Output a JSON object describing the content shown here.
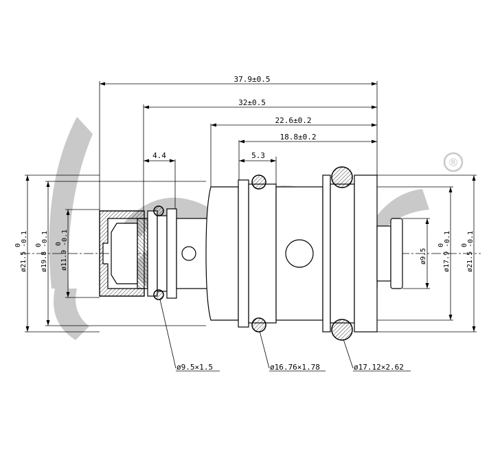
{
  "watermark": {
    "text": "acr",
    "registered_mark": "®",
    "color": "#c9c9c9"
  },
  "dimensions": {
    "horizontal": {
      "overall_length": "37.9±0.5",
      "length_32": "32±0.5",
      "length_22_6": "22.6±0.2",
      "length_18_8": "18.8±0.2",
      "gap_5_3": "5.3",
      "gap_4_4": "4.4"
    },
    "left_diameters": {
      "d21_5": {
        "label": "ø21.5",
        "tol": "0",
        "tol_low": "-0.1"
      },
      "d19_8": {
        "label": "ø19.8",
        "tol": "0",
        "tol_low": "-0.1"
      },
      "d11_9": {
        "label": "ø11.9",
        "tol": "0",
        "tol_low": "-0.1"
      }
    },
    "right_diameters": {
      "d9_5": {
        "label": "ø9.5"
      },
      "d17_9": {
        "label": "ø17.9",
        "tol": "0",
        "tol_low": "-0.1"
      },
      "d21_5": {
        "label": "ø21.5",
        "tol": "0",
        "tol_low": "-0.1"
      }
    }
  },
  "o_rings": [
    {
      "label": "ø9.5×1.5"
    },
    {
      "label": "ø16.76×1.78"
    },
    {
      "label": "ø17.12×2.62"
    }
  ]
}
